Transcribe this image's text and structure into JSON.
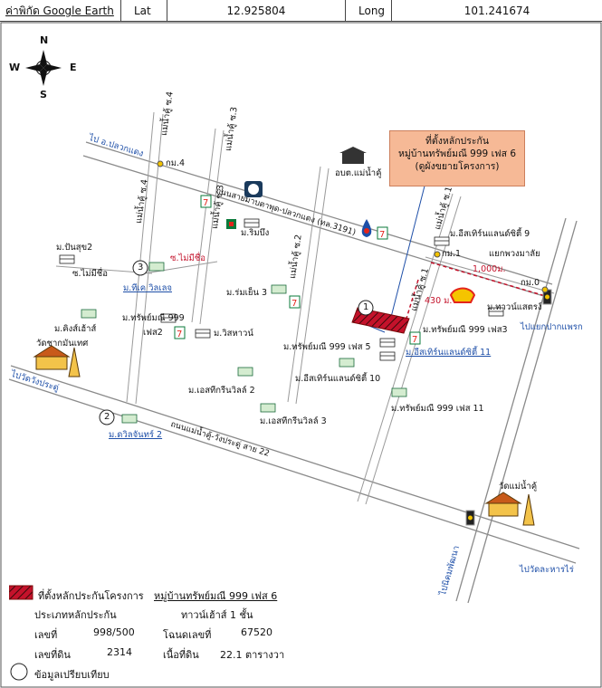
{
  "header": {
    "coord_label": "ค่าพิกัด Google Earth",
    "lat_label": "Lat",
    "lat_value": "12.925804",
    "long_label": "Long",
    "long_value": "101.241674"
  },
  "compass": {
    "n": "N",
    "s": "S",
    "e": "E",
    "w": "W"
  },
  "callout": {
    "line1": "ที่ตั้งหลักประกัน",
    "line2": "หมู่บ้านทรัพย์มณี 999 เฟส 6",
    "line3": "(ดูผังขยายโครงการ)"
  },
  "roads": {
    "main_road": "ถนนสายมาบตาพุด-ปลวกแดง (ทล.3191)",
    "lower_road": "ถนนแม่น้ำคู้-วังประดู่ สาย 22",
    "to_pluak_daeng": "ไป อ.ปลวกแดง",
    "to_wang_pradu": "ไปวัดวังประดู่",
    "to_pak_phraek": "ไปแยกปากแพรก",
    "to_lahan_rai": "ไปวัดละหารไร่",
    "to_phattana": "ไปนิคมพัฒนา",
    "soi1": "แม่น้ำคู้ ซ.1",
    "soi1b": "แม่น้ำคู้ ซ.1",
    "soi2": "แม่น้ำคู้ ซ.2",
    "soi3": "แม่น้ำคู้ ซ.3",
    "soi3b": "แม่น้ำคู้ ซ.3",
    "soi4": "แม่น้ำคู้ ซ.4",
    "soi4b": "แม่น้ำคู้ ซ.4",
    "soi_mai_mi_chue": "ซ.ไม่มีชื่อ",
    "soi_mai_mi_chue2": "ซ.ไม่มีชื่อ"
  },
  "places": {
    "km4": "กม.4",
    "km1": "กม.1",
    "km0": "กม.0",
    "obt": "อบต.แม่น้ำคู้",
    "m_isaran9": "ม.อีสเทิร์นแลนด์ซิตี้ 9",
    "m_panchat": "ม.ปันสุข2",
    "m_rimbueng": "ม.ริมบึง",
    "m_thike": "ม.ทีเค วิลเลจ",
    "m_saphae": "ม.ร่มเย็น 3",
    "m_sap999": "ม.ทรัพย์มณี 999",
    "m_phase2": "เฟส2",
    "m_wisarn": "ม.วิสหาวน์",
    "m_king": "ม.คิงส์เฮ้าส์",
    "wat_sak": "วัดชากมันเทศ",
    "m_tw_sap": "ม.ทาวน์แสตรง์",
    "yaek": "แยกพวงมาลัย",
    "dist_1000": "1,000ม.",
    "dist_430": "430 ม.",
    "m_sap999_3": "ม.ทรัพย์มณี 999 เฟส3",
    "m_sap999_5": "ม.ทรัพย์มณี 999 เฟส 5",
    "m_isaran11": "ม.อีสเทิร์นแลนด์ซิตี้ 11",
    "m_isaran10": "ม.อีสเทิร์นแลนด์ซิตี้ 10",
    "m_ss2": "ม.เอสทีกรีนวิลล์ 2",
    "m_ss3": "ม.เอสทีกรีนวิลล์ 3",
    "m_sap999_11": "ม.ทรัพย์มณี 999 เฟส 11",
    "m_dchan2": "ม.ดวิลจันทร์ 2",
    "wat_mae": "วัดแม่น้ำคู้",
    "num1": "1",
    "num2": "2",
    "num3": "3"
  },
  "legend": {
    "site_label": "ที่ตั้งหลักประกันโครงการ",
    "site_value": "หมู่บ้านทรัพย์มณี 999 เฟส 6",
    "type_label": "ประเภทหลักประกัน",
    "type_value": "ทาวน์เฮ้าส์ 1 ชั้น",
    "no_label": "เลขที่",
    "no_value": "998/500",
    "deed_label": "โฉนดเลขที่",
    "deed_value": "67520",
    "land_no_label": "เลขที่ดิน",
    "land_no_value": "2314",
    "area_label": "เนื้อที่ดิน",
    "area_value": "22.1 ตารางวา",
    "compare_label": "ข้อมูลเปรียบเทียบ"
  },
  "colors": {
    "road": "#8a8a8a",
    "road_label": "#1e4fa8",
    "site_hatch": "#c4122b",
    "callout_bg": "#f6b996",
    "accent_red": "#c4122b"
  }
}
